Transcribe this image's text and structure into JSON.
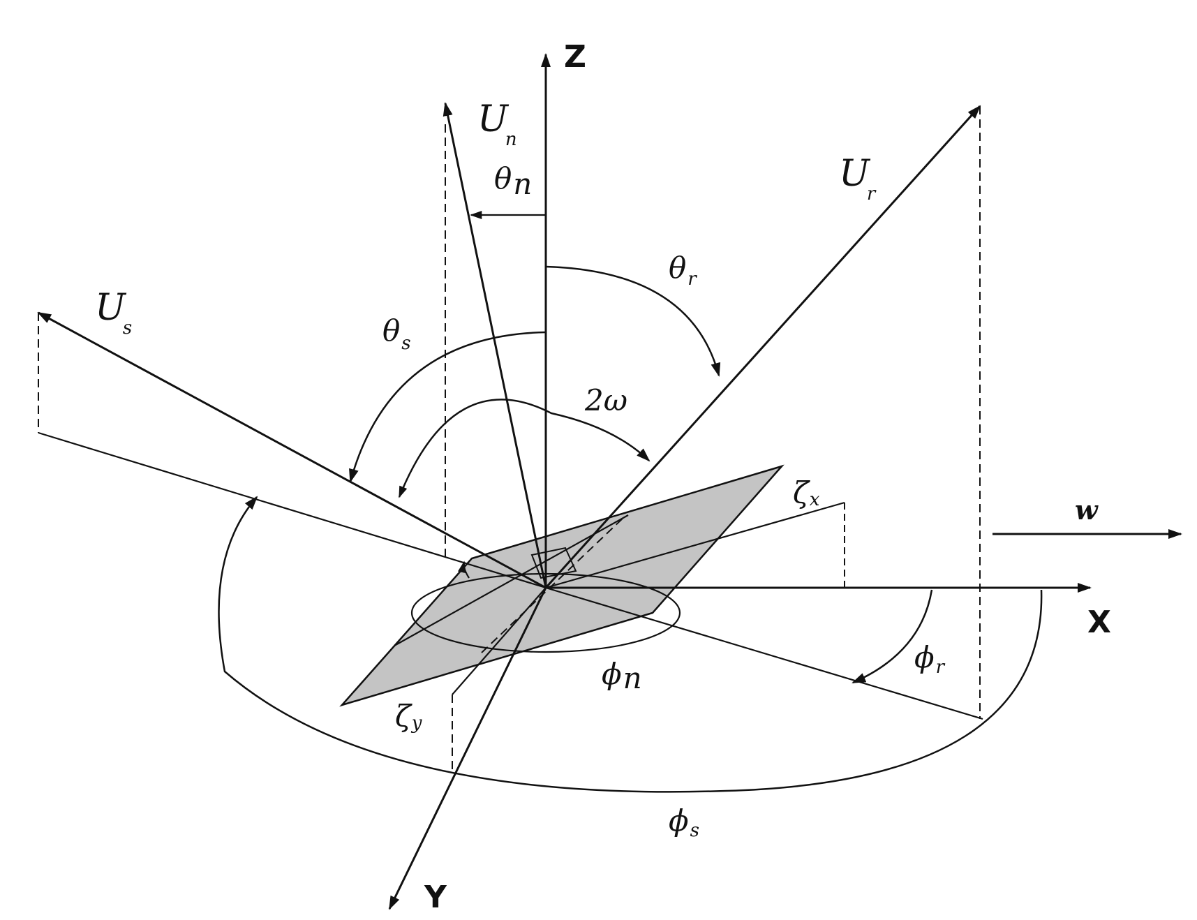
{
  "axes": {
    "x": "X",
    "y": "Y",
    "z": "Z"
  },
  "vectors": {
    "un": {
      "main": "U",
      "sub": "n"
    },
    "ur": {
      "main": "U",
      "sub": "r"
    },
    "us": {
      "main": "U",
      "sub": "s"
    }
  },
  "angles": {
    "theta_n": {
      "main": "θ",
      "sub": "n"
    },
    "theta_r": {
      "main": "θ",
      "sub": "r"
    },
    "theta_s": {
      "main": "θ",
      "sub": "s"
    },
    "two_omega": "2ω",
    "phi_n": {
      "main": "ϕ",
      "sub": "n"
    },
    "phi_r": {
      "main": "ϕ",
      "sub": "r"
    },
    "phi_s": {
      "main": "ϕ",
      "sub": "s"
    }
  },
  "slopes": {
    "zeta_x": {
      "main": "ζ",
      "sub": "x"
    },
    "zeta_y": {
      "main": "ζ",
      "sub": "y"
    }
  },
  "wind": {
    "label": "w"
  },
  "colors": {
    "ink": "#111111",
    "facet": "#c4c4c4"
  }
}
